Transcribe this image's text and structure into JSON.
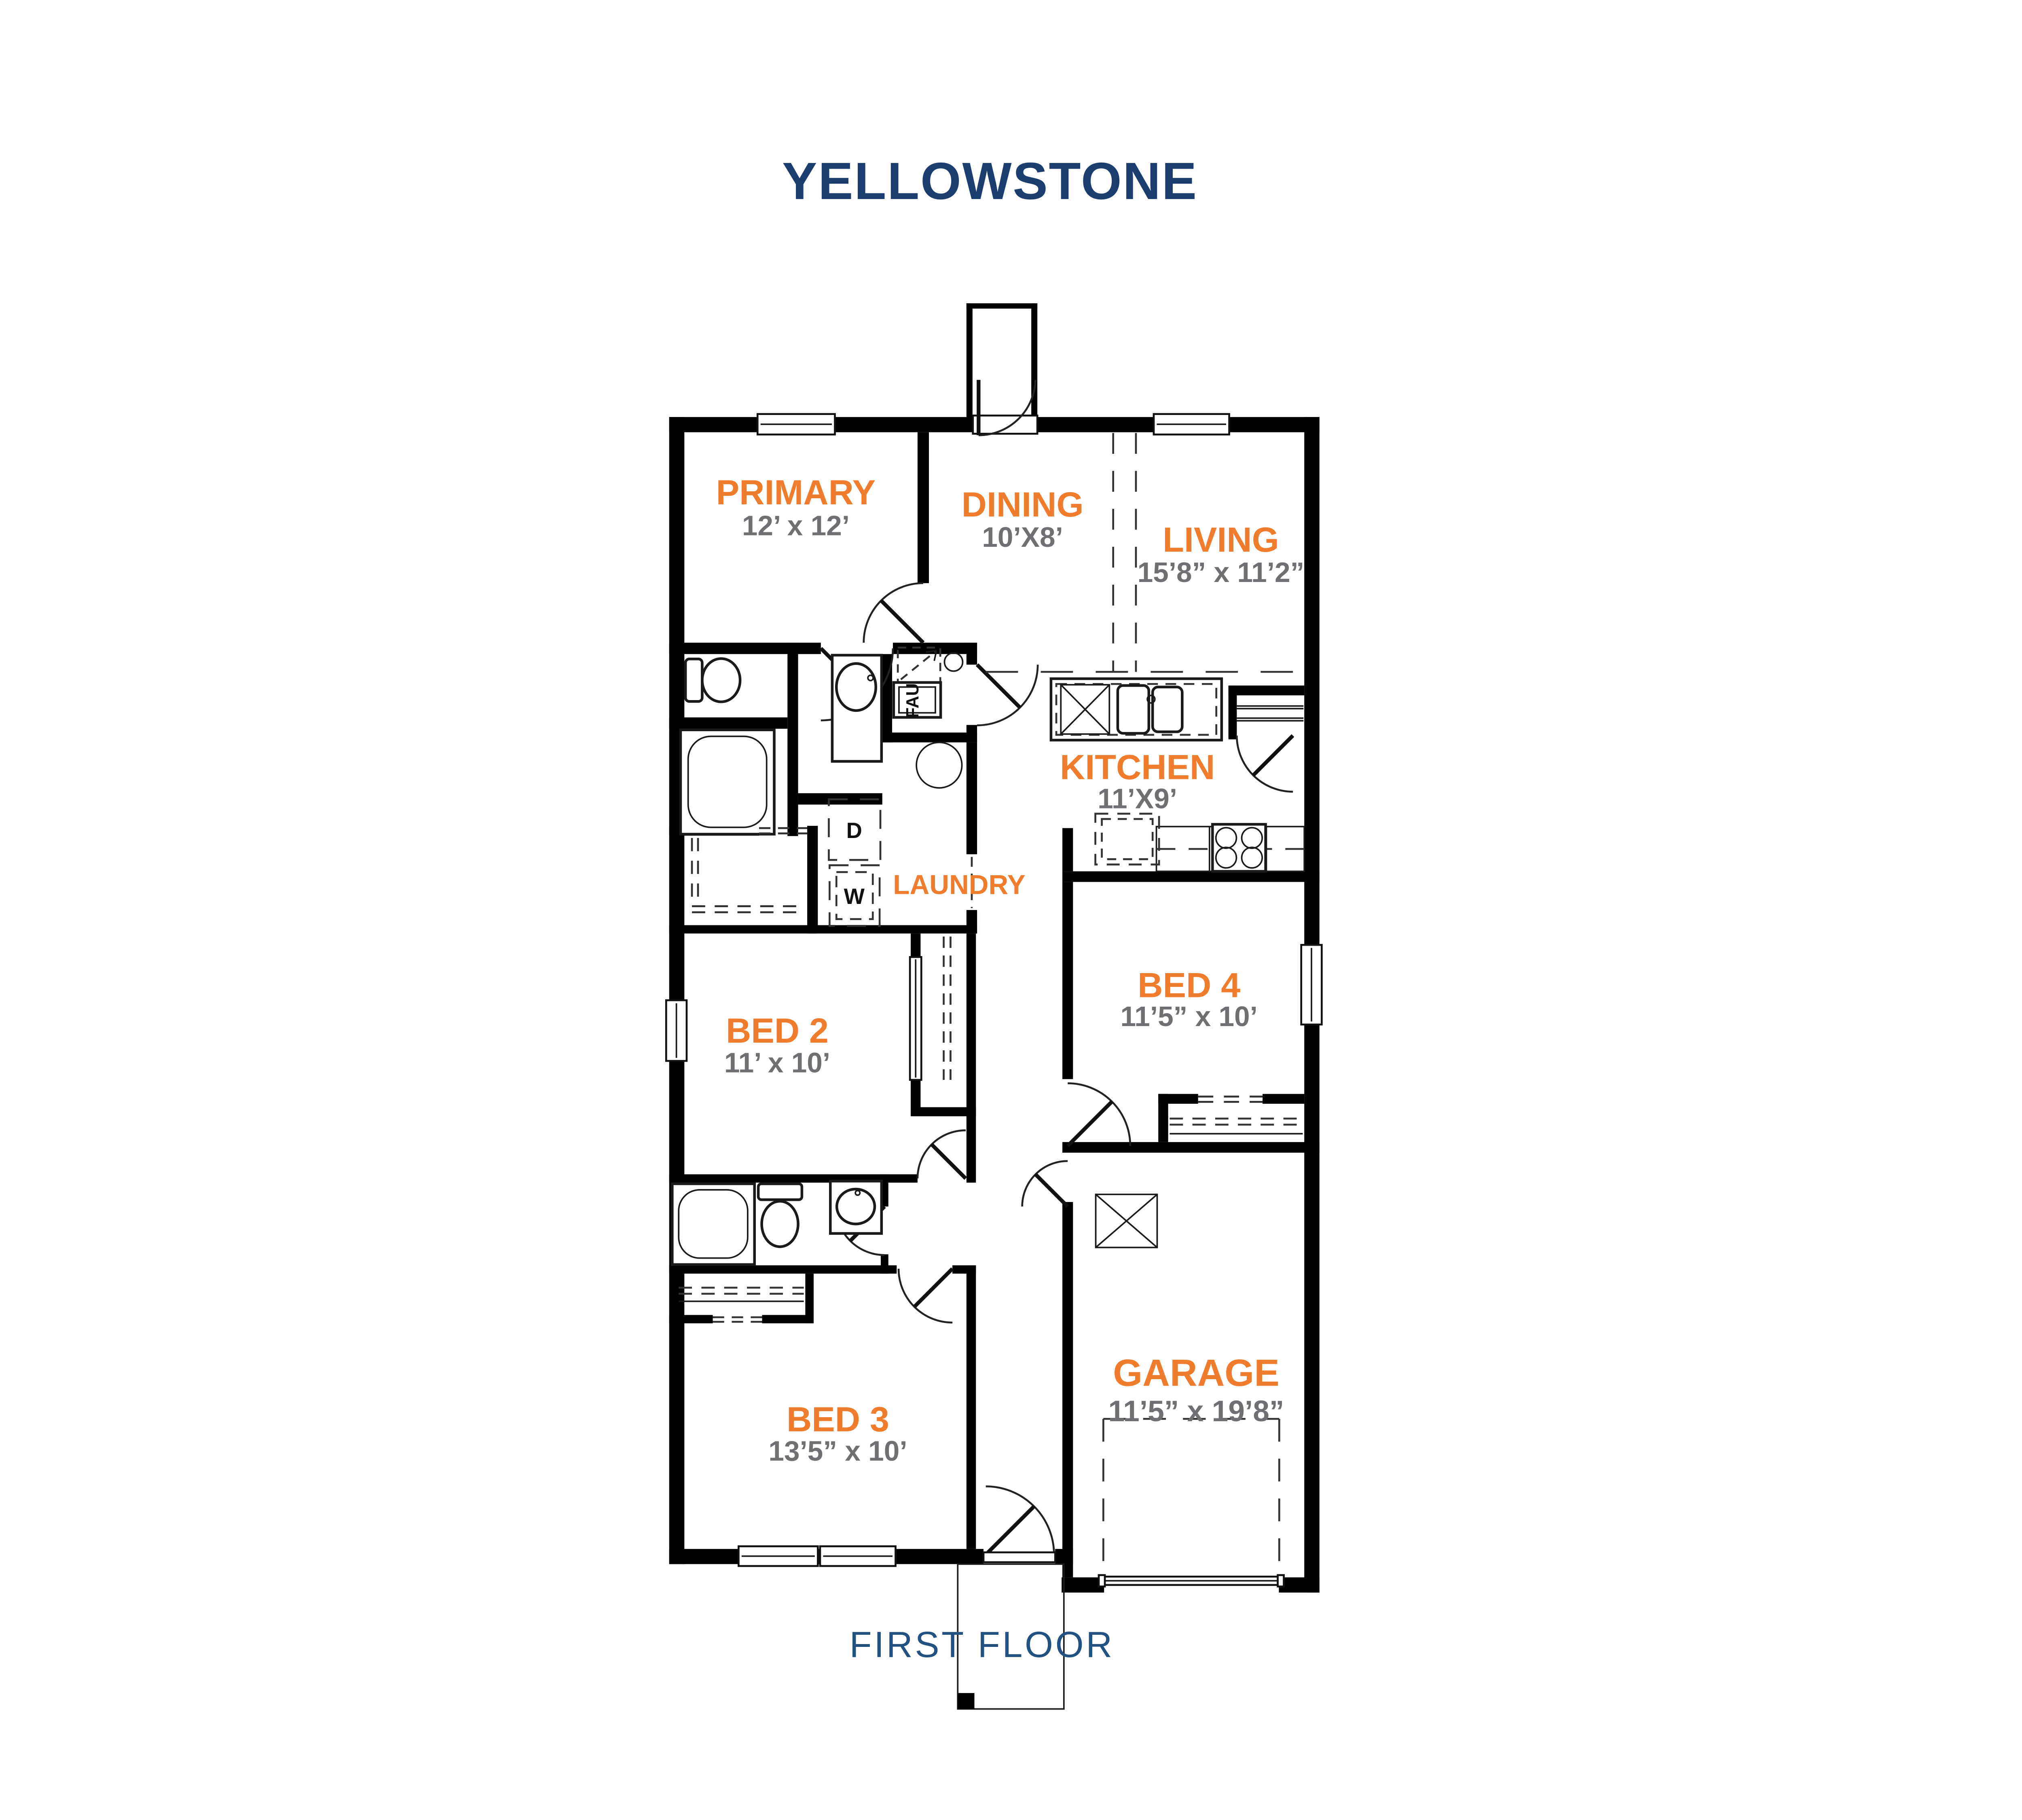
{
  "title": {
    "text": "YELLOWSTONE"
  },
  "footer": {
    "text": "FIRST FLOOR"
  },
  "colors": {
    "label_orange": "#F07C2E",
    "dims_gray": "#6F7073",
    "title_navy": "#1C3E6E",
    "footer_blue": "#235180",
    "wall_black": "#000000"
  },
  "rooms": {
    "primary": {
      "label": "PRIMARY",
      "dims": "12’ x 12’"
    },
    "dining": {
      "label": "DINING",
      "dims": "10’X8’"
    },
    "living": {
      "label": "LIVING",
      "dims": "15’8” x 11’2”"
    },
    "kitchen": {
      "label": "KITCHEN",
      "dims": "11’X9’"
    },
    "laundry": {
      "label": "LAUNDRY"
    },
    "bed2": {
      "label": "BED 2",
      "dims": "11’ x 10’"
    },
    "bed4": {
      "label": "BED 4",
      "dims": "11’5” x 10’"
    },
    "bed3": {
      "label": "BED 3",
      "dims": "13’5” x 10’"
    },
    "garage": {
      "label": "GARAGE",
      "dims": "11’5” x 19’8”"
    }
  },
  "annotations": {
    "fau": "FAU",
    "dryer": "D",
    "washer": "W"
  }
}
